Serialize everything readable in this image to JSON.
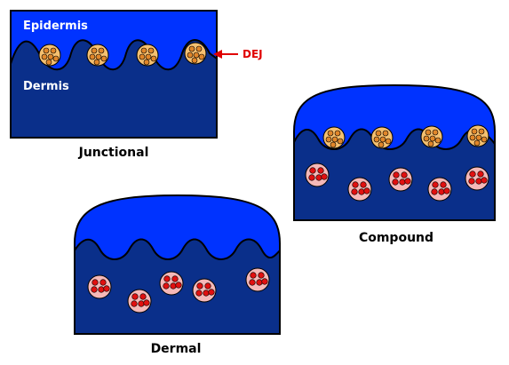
{
  "labels": {
    "epidermis": "Epidermis",
    "dermis": "Dermis",
    "dej": "DEJ"
  },
  "panels": {
    "junctional": {
      "caption": "Junctional"
    },
    "compound": {
      "caption": "Compound"
    },
    "dermal": {
      "caption": "Dermal"
    }
  },
  "colors": {
    "epidermis": "#0033ff",
    "dermis": "#0a2f8a",
    "outline": "#000000",
    "nevus_nest_junctional": "#f5c070",
    "nevus_nucleus_junctional": "#e0862a",
    "nevus_nest_dermal": "#f5b8b8",
    "nevus_nucleus_dermal": "#e01010",
    "dej_arrow": "#e00000"
  }
}
